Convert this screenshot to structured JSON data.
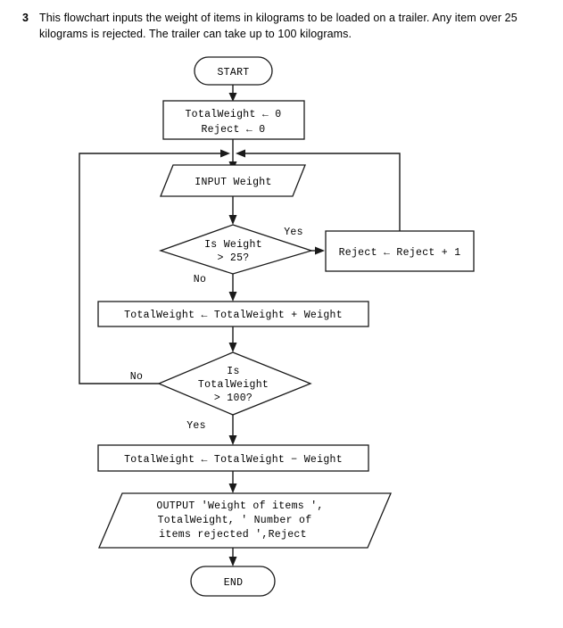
{
  "question": {
    "number": "3",
    "text": "This flowchart inputs the weight of items in kilograms to be loaded on a trailer. Any item over 25 kilograms is rejected. The trailer can take up to 100 kilograms."
  },
  "flowchart": {
    "nodes": {
      "start": {
        "label": "START",
        "shape": "terminator"
      },
      "init": {
        "line1": "TotalWeight ← 0",
        "line2": "Reject ← 0",
        "shape": "process"
      },
      "input_weight": {
        "label": "INPUT Weight",
        "shape": "io"
      },
      "decide_weight": {
        "line1": "Is Weight",
        "line2": "> 25?",
        "shape": "decision"
      },
      "reject_inc": {
        "label": "Reject ← Reject + 1",
        "shape": "process"
      },
      "accumulate": {
        "label": "TotalWeight ← TotalWeight + Weight",
        "shape": "process"
      },
      "decide_total": {
        "line1": "Is",
        "line2": "TotalWeight",
        "line3": "> 100?",
        "shape": "decision"
      },
      "subtract": {
        "label": "TotalWeight ← TotalWeight − Weight",
        "shape": "process"
      },
      "output": {
        "line1": "OUTPUT 'Weight of items ',",
        "line2": "TotalWeight, ' Number of",
        "line3": "items rejected ',Reject",
        "shape": "io"
      },
      "end": {
        "label": "END",
        "shape": "terminator"
      }
    },
    "branch_labels": {
      "weight_yes": "Yes",
      "weight_no": "No",
      "total_no": "No",
      "total_yes": "Yes"
    },
    "colors": {
      "stroke": "#1a1a1a",
      "fill": "#ffffff",
      "text": "#000000"
    }
  }
}
